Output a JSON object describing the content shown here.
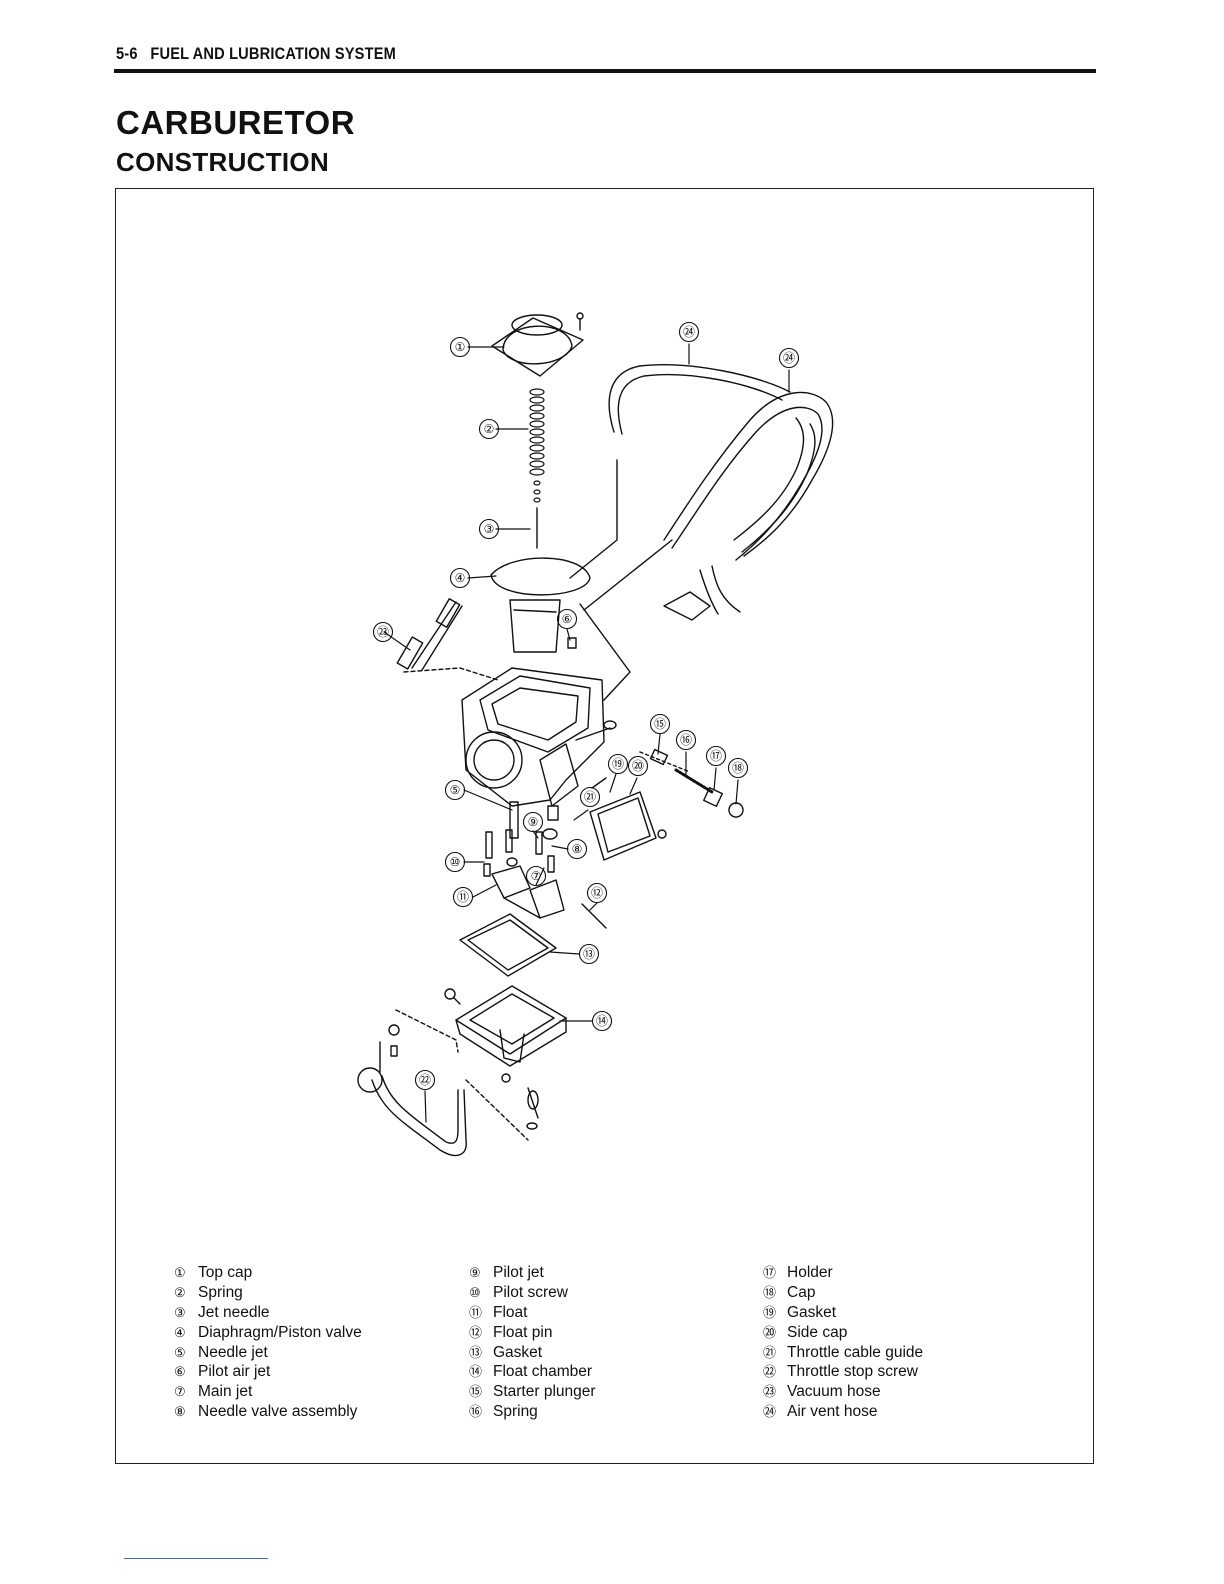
{
  "header": {
    "page_ref": "5-6",
    "section": "FUEL AND LUBRICATION SYSTEM"
  },
  "title": "CARBURETOR",
  "subtitle": "CONSTRUCTION",
  "diagram": {
    "callouts": [
      "①",
      "②",
      "③",
      "④",
      "⑤",
      "⑥",
      "⑦",
      "⑧",
      "⑨",
      "⑩",
      "⑪",
      "⑫",
      "⑬",
      "⑭",
      "⑮",
      "⑯",
      "⑰",
      "⑱",
      "⑲",
      "⑳",
      "㉑",
      "㉒",
      "㉓",
      "㉔"
    ]
  },
  "legend": {
    "col1": [
      {
        "num": "①",
        "label": "Top cap"
      },
      {
        "num": "②",
        "label": "Spring"
      },
      {
        "num": "③",
        "label": "Jet needle"
      },
      {
        "num": "④",
        "label": "Diaphragm/Piston valve"
      },
      {
        "num": "⑤",
        "label": "Needle jet"
      },
      {
        "num": "⑥",
        "label": "Pilot air jet"
      },
      {
        "num": "⑦",
        "label": "Main jet"
      },
      {
        "num": "⑧",
        "label": "Needle valve assembly"
      }
    ],
    "col2": [
      {
        "num": "⑨",
        "label": "Pilot jet"
      },
      {
        "num": "⑩",
        "label": "Pilot screw"
      },
      {
        "num": "⑪",
        "label": "Float"
      },
      {
        "num": "⑫",
        "label": "Float pin"
      },
      {
        "num": "⑬",
        "label": "Gasket"
      },
      {
        "num": "⑭",
        "label": "Float chamber"
      },
      {
        "num": "⑮",
        "label": "Starter plunger"
      },
      {
        "num": "⑯",
        "label": "Spring"
      }
    ],
    "col3": [
      {
        "num": "⑰",
        "label": "Holder"
      },
      {
        "num": "⑱",
        "label": "Cap"
      },
      {
        "num": "⑲",
        "label": "Gasket"
      },
      {
        "num": "⑳",
        "label": "Side cap"
      },
      {
        "num": "㉑",
        "label": "Throttle cable guide"
      },
      {
        "num": "㉒",
        "label": "Throttle stop screw"
      },
      {
        "num": "㉓",
        "label": "Vacuum hose"
      },
      {
        "num": "㉔",
        "label": "Air vent hose"
      }
    ]
  }
}
